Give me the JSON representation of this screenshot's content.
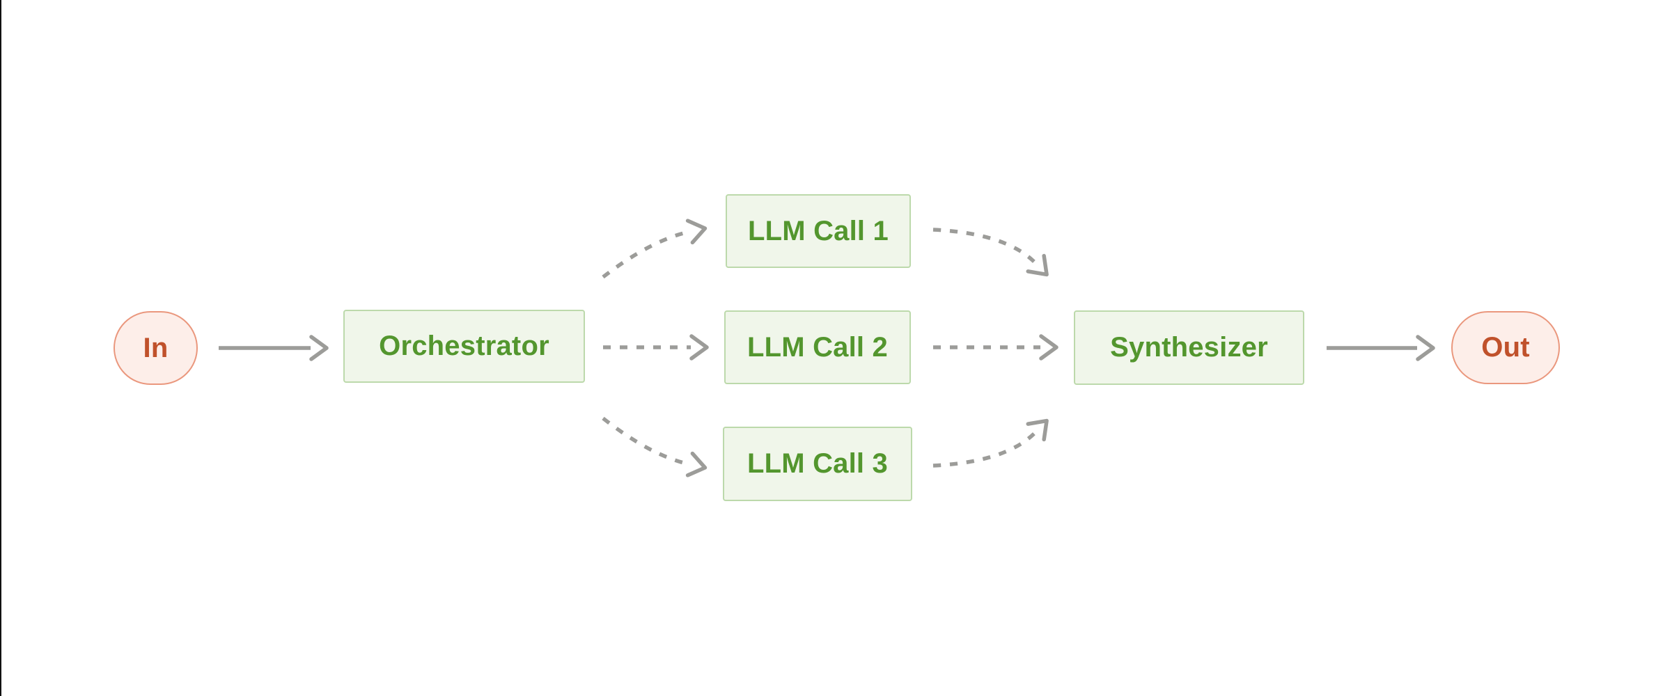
{
  "diagram": {
    "title": "orchestrator-workers-workflow"
  },
  "nodes": {
    "in": {
      "label": "In"
    },
    "orchestrator": {
      "label": "Orchestrator"
    },
    "llm_call_1": {
      "label": "LLM Call 1"
    },
    "llm_call_2": {
      "label": "LLM Call 2"
    },
    "llm_call_3": {
      "label": "LLM Call 3"
    },
    "synthesizer": {
      "label": "Synthesizer"
    },
    "out": {
      "label": "Out"
    }
  },
  "edges": [
    {
      "from": "in",
      "to": "orchestrator",
      "style": "solid-arrow"
    },
    {
      "from": "orchestrator",
      "to": "llm_call_1",
      "style": "dashed-curved-arrow"
    },
    {
      "from": "orchestrator",
      "to": "llm_call_2",
      "style": "dashed-straight-arrow"
    },
    {
      "from": "orchestrator",
      "to": "llm_call_3",
      "style": "dashed-curved-arrow"
    },
    {
      "from": "llm_call_1",
      "to": "synthesizer",
      "style": "dashed-curved-arrow"
    },
    {
      "from": "llm_call_2",
      "to": "synthesizer",
      "style": "dashed-straight-arrow"
    },
    {
      "from": "llm_call_3",
      "to": "synthesizer",
      "style": "dashed-curved-arrow"
    },
    {
      "from": "synthesizer",
      "to": "out",
      "style": "solid-arrow"
    }
  ],
  "theme": {
    "green_fill": "#f0f6ea",
    "green_border": "#bcd9ab",
    "green_text": "#53962e",
    "pink_fill": "#fdeee9",
    "pink_border": "#ea977d",
    "pink_text": "#c0512b",
    "arrow_gray": "#9c9c99",
    "edge_black": "#111111"
  }
}
